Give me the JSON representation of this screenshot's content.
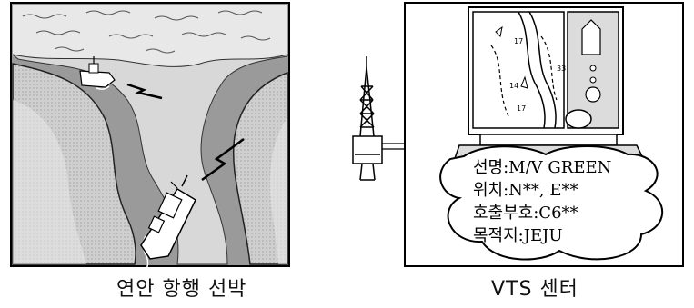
{
  "left_panel": {
    "caption": "연안 항행 선박"
  },
  "right_panel": {
    "caption": "VTS 센터",
    "monitor_numbers": [
      "17",
      "33",
      "14",
      "17"
    ],
    "bubble_lines": [
      "선명:M/V GREEN",
      "위치:N**, E**",
      "호출부호:C6**",
      "목적지:JEJU"
    ]
  },
  "icons": [
    "ship-icon",
    "lightning-icon",
    "radio-tower-icon",
    "computer-monitor-icon",
    "keyboard-icon",
    "mouse-icon"
  ]
}
